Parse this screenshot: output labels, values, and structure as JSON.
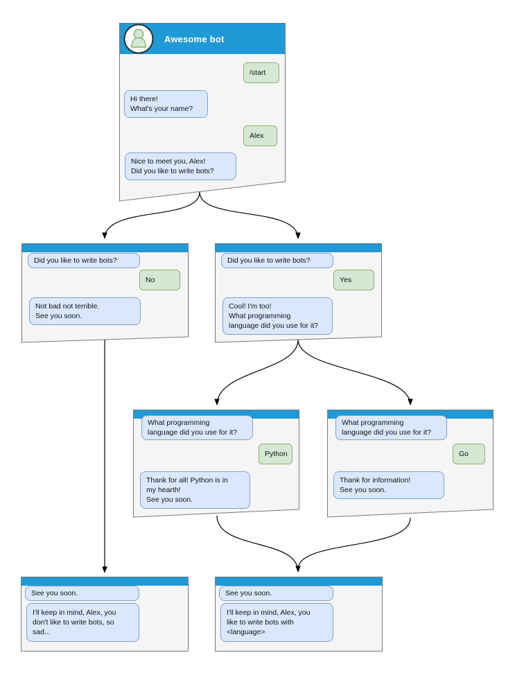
{
  "colors": {
    "header_blue": "#1f9ad6",
    "window_bg": "#f5f5f5",
    "window_border": "#777777",
    "bot_bubble_bg": "#dbe8fc",
    "bot_bubble_border": "#7a9fd8",
    "user_bubble_bg": "#d5e8d4",
    "user_bubble_border": "#84b36a",
    "avatar_fill": "#d5e8d4",
    "avatar_stroke": "#82b366",
    "arrow": "#000000"
  },
  "windows": [
    {
      "id": "main",
      "title": "Awesome bot",
      "avatar": "person-icon",
      "messages": [
        {
          "from": "user",
          "text": "/start"
        },
        {
          "from": "bot",
          "text": "Hi there!\nWhat's your name?"
        },
        {
          "from": "user",
          "text": "Alex"
        },
        {
          "from": "bot",
          "text": "Nice to meet you, Alex!\nDid you like to write bots?"
        }
      ]
    },
    {
      "id": "branch-no",
      "messages": [
        {
          "from": "bot",
          "text": "Did you like to write bots?"
        },
        {
          "from": "user",
          "text": "No"
        },
        {
          "from": "bot",
          "text": "Not bad not terrible.\nSee you soon."
        }
      ]
    },
    {
      "id": "branch-yes",
      "messages": [
        {
          "from": "bot",
          "text": "Did you like to write bots?"
        },
        {
          "from": "user",
          "text": "Yes"
        },
        {
          "from": "bot",
          "text": "Cool! I'm too!\nWhat programming\nlanguage did you use for it?"
        }
      ]
    },
    {
      "id": "lang-python",
      "messages": [
        {
          "from": "bot",
          "text": "What programming\nlanguage did you use for it?"
        },
        {
          "from": "user",
          "text": "Python"
        },
        {
          "from": "bot",
          "text": "Thank for all! Python is in\nmy hearth!\nSee you soon."
        }
      ]
    },
    {
      "id": "lang-go",
      "messages": [
        {
          "from": "bot",
          "text": "What programming\nlanguage did you use for it?"
        },
        {
          "from": "user",
          "text": "Go"
        },
        {
          "from": "bot",
          "text": "Thank for information!\nSee you soon."
        }
      ]
    },
    {
      "id": "end-no",
      "messages": [
        {
          "from": "bot",
          "text": "See you soon."
        },
        {
          "from": "bot",
          "text": "I'll keep in mind, Alex, you\ndon't like to write bots, so\nsad..."
        }
      ]
    },
    {
      "id": "end-yes",
      "messages": [
        {
          "from": "bot",
          "text": "See you soon."
        },
        {
          "from": "bot",
          "text": "I'll keep in mind, Alex, you\nlike to write bots with\n<language>"
        }
      ]
    }
  ],
  "edges": [
    {
      "from": "main",
      "to": "branch-no"
    },
    {
      "from": "main",
      "to": "branch-yes"
    },
    {
      "from": "branch-no",
      "to": "end-no"
    },
    {
      "from": "branch-yes",
      "to": "lang-python"
    },
    {
      "from": "branch-yes",
      "to": "lang-go"
    },
    {
      "from": "lang-python",
      "to": "end-yes"
    },
    {
      "from": "lang-go",
      "to": "end-yes"
    }
  ]
}
